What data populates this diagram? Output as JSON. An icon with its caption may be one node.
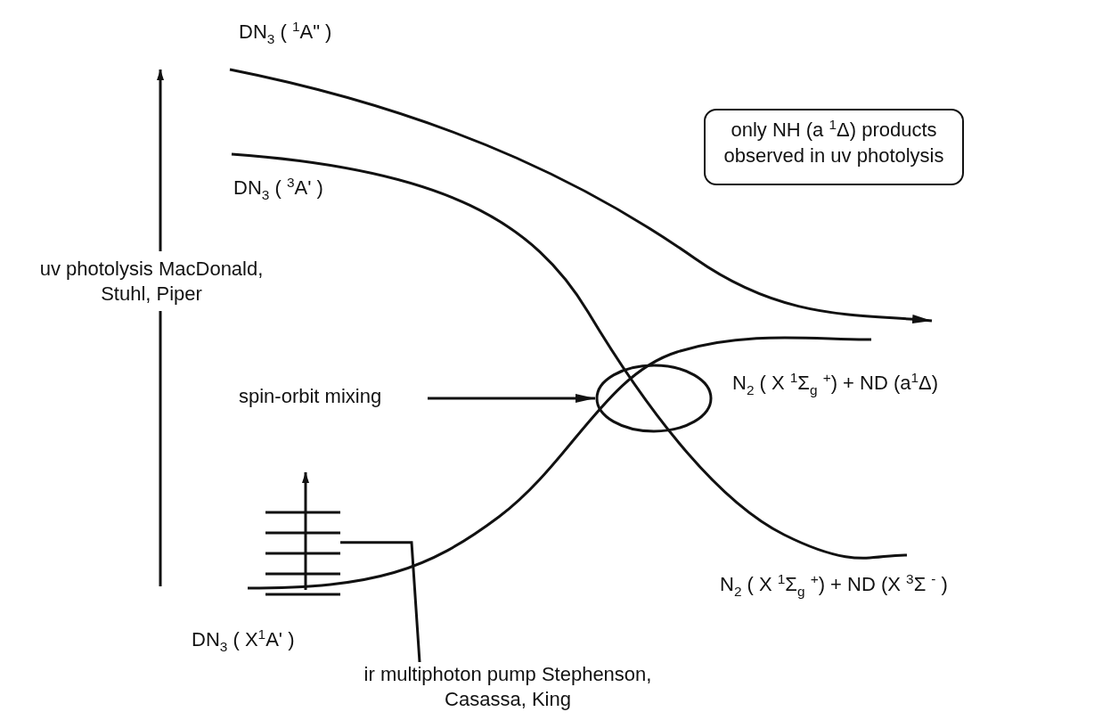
{
  "diagram": {
    "nodes": [
      {
        "text": [
          "only NH (a $^{1}$Δ) products observed in uv photolysis"
        ]
      },
      {
        "text": [
          "spin-orbit mixing"
        ]
      },
      {
        "text": [],
        "shape": "circle"
      },
      {
        "text": [],
        "shape": "picture"
      },
      {
        "text": [
          "ir multiphoton pump Stephenson, Casassa, King"
        ]
      }
    ],
    "edges": [
      {
        "from": 1,
        "to": 2,
        "arrow": "to"
      },
      {
        "from": 4,
        "to": 3,
        "arrow": "none"
      }
    ],
    "labels": [
      "DN$_{3}$ ( $^{1}$A\" )",
      "DN$_{3}$ ( $^{3}$A' )",
      "uv photolysis MacDonald, Stuhl, Piper",
      "N$_{2}$ ( X $^{1}$Σ$_{g}$ $^{+}$) + ND (a$^{1}$Δ)",
      "N$_{2}$ ( X $^{1}$Σ$_{g}$ $^{+}$) + ND (X $^{3}$Σ $^{-}$ )",
      "DN$_{3}$ ( X$^{1}$A' )"
    ]
  }
}
